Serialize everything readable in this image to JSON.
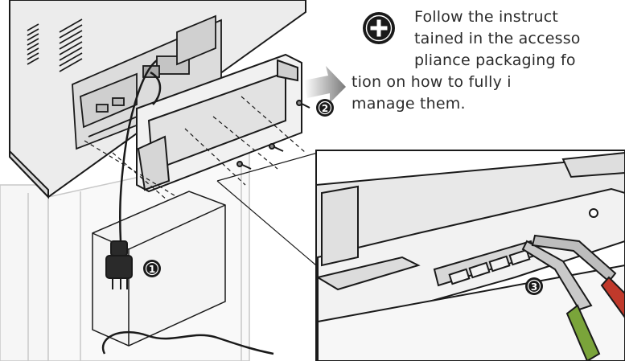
{
  "note": {
    "icon": "plus-circle-icon",
    "lines": [
      "Follow   the   instruct",
      "tained in the accesso",
      "pliance packaging fo",
      "tion   on   how   to   fully   i",
      "manage them."
    ]
  },
  "callouts": {
    "step1": "1",
    "step2": "2",
    "step3": "3"
  },
  "colors": {
    "ink": "#1a1a1a",
    "panel_gray": "#eeeeee",
    "arrow_gray": "#8a8a8a",
    "plier_green": "#7aa43a",
    "plier_red": "#c0392b"
  }
}
